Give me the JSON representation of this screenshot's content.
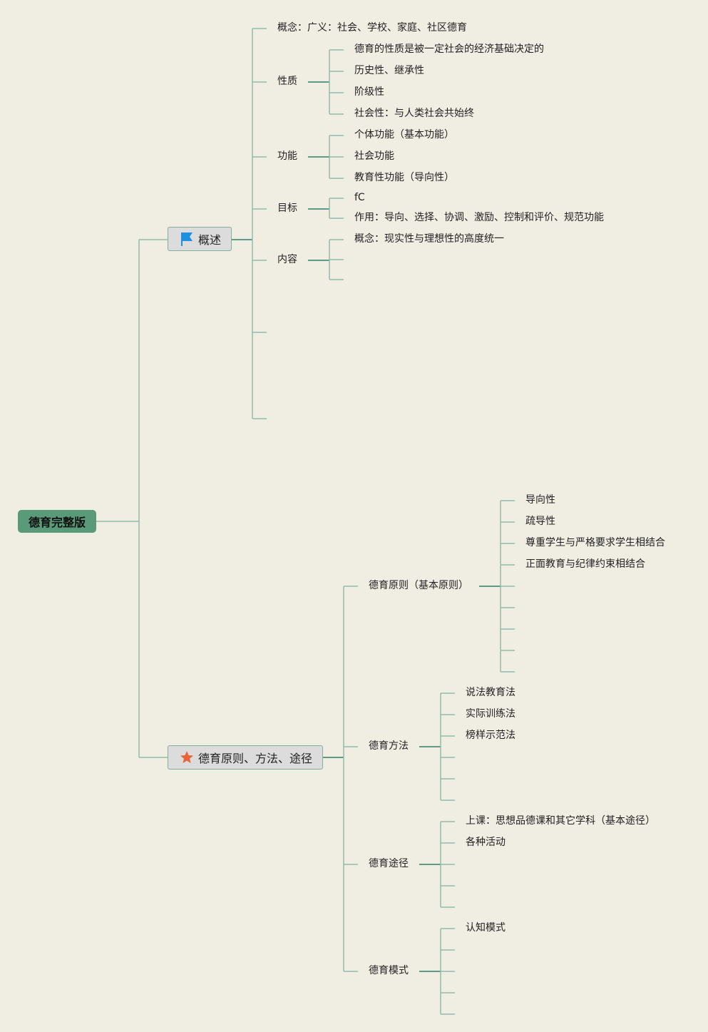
{
  "root": {
    "label": "德育完整版"
  },
  "branches": [
    {
      "label": "概述",
      "icon": "flag-icon",
      "icon_color": "#1e90e0",
      "children": [
        {
          "label": "概念：广义：社会、学校、家庭、社区德育"
        },
        {
          "label": "性质",
          "children": [
            "德育的性质是被一定社会的经济基础决定的",
            "历史性、继承性",
            "阶级性",
            "社会性：与人类社会共始终"
          ]
        },
        {
          "label": "功能",
          "children": [
            "个体功能（基本功能）",
            "社会功能",
            "教育性功能（导向性）"
          ]
        },
        {
          "label": "目标",
          "children": [
            "fC",
            "作用：导向、选择、协调、激励、控制和评价、规范功能"
          ]
        },
        {
          "label": "内容",
          "children": [
            "概念：现实性与理想性的高度统一",
            "",
            ""
          ]
        },
        {
          "label": ""
        },
        {
          "label": ""
        }
      ]
    },
    {
      "label": "德育原则、方法、途径",
      "icon": "star-icon",
      "icon_color": "#e8643a",
      "children": [
        {
          "label": "德育原则（基本原则）",
          "children": [
            "导向性",
            "疏导性",
            "尊重学生与严格要求学生相结合",
            "正面教育与纪律约束相结合",
            "",
            "",
            "",
            "",
            ""
          ]
        },
        {
          "label": "德育方法",
          "children": [
            "说法教育法",
            "实际训练法",
            "榜样示范法",
            "",
            "",
            ""
          ]
        },
        {
          "label": "德育途径",
          "children": [
            "上课：思想品德课和其它学科（基本途径）",
            "各种活动",
            "",
            "",
            ""
          ]
        },
        {
          "label": "德育模式",
          "children": [
            "认知模式",
            "",
            "",
            "",
            ""
          ]
        }
      ]
    }
  ],
  "colors": {
    "line": "#8fbcaa",
    "line_dark": "#5f9a86",
    "root_bg": "#5a9a78",
    "background": "#f0ede3"
  }
}
